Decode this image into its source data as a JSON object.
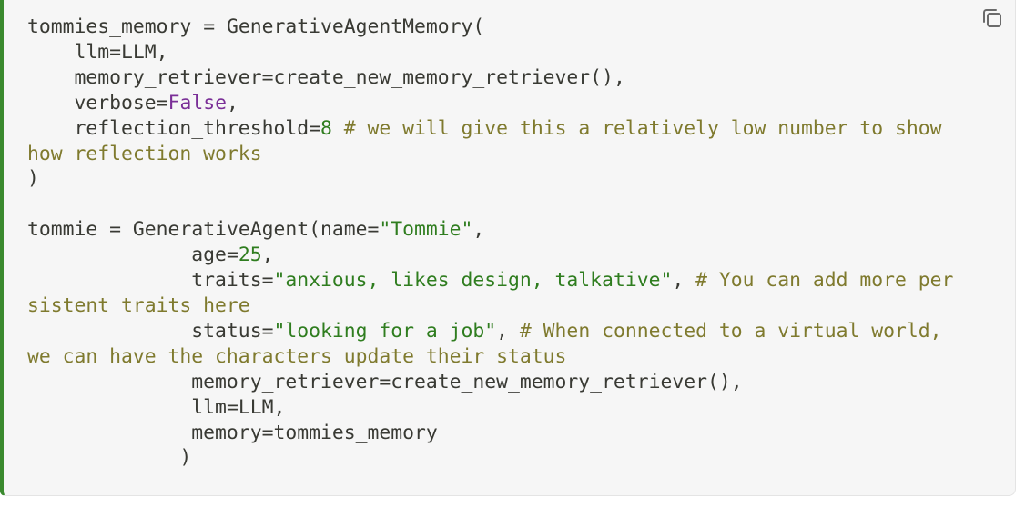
{
  "copy_button": {
    "icon": "copy-icon"
  },
  "colors": {
    "accent_border": "#3a8a2e",
    "background": "#f6f6f6",
    "default": "#393a34",
    "string": "#2f7d1f",
    "number": "#2f7d1f",
    "keyword": "#7a2f97",
    "comment": "#7f7a2e"
  },
  "code": {
    "lines": [
      [
        {
          "t": "tommies_memory "
        },
        {
          "t": "=",
          "c": "op"
        },
        {
          "t": " GenerativeAgentMemory("
        }
      ],
      [
        {
          "t": "    llm"
        },
        {
          "t": "=",
          "c": "op"
        },
        {
          "t": "LLM,"
        }
      ],
      [
        {
          "t": "    memory_retriever"
        },
        {
          "t": "=",
          "c": "op"
        },
        {
          "t": "create_new_memory_retriever(),"
        }
      ],
      [
        {
          "t": "    verbose"
        },
        {
          "t": "=",
          "c": "op"
        },
        {
          "t": "False",
          "c": "kw"
        },
        {
          "t": ","
        }
      ],
      [
        {
          "t": "    reflection_threshold"
        },
        {
          "t": "=",
          "c": "op"
        },
        {
          "t": "8",
          "c": "num"
        },
        {
          "t": " "
        },
        {
          "t": "# we will give this a relatively low number to show how reflection works",
          "c": "com"
        }
      ],
      [
        {
          "t": ")"
        }
      ],
      [],
      [
        {
          "t": "tommie "
        },
        {
          "t": "=",
          "c": "op"
        },
        {
          "t": " GenerativeAgent(name"
        },
        {
          "t": "=",
          "c": "op"
        },
        {
          "t": "\"Tommie\"",
          "c": "str"
        },
        {
          "t": ","
        }
      ],
      [
        {
          "t": "              age"
        },
        {
          "t": "=",
          "c": "op"
        },
        {
          "t": "25",
          "c": "num"
        },
        {
          "t": ","
        }
      ],
      [
        {
          "t": "              traits"
        },
        {
          "t": "=",
          "c": "op"
        },
        {
          "t": "\"anxious, likes design, talkative\"",
          "c": "str"
        },
        {
          "t": ", "
        },
        {
          "t": "# You can add more persistent traits here",
          "c": "com"
        }
      ],
      [
        {
          "t": "              status"
        },
        {
          "t": "=",
          "c": "op"
        },
        {
          "t": "\"looking for a job\"",
          "c": "str"
        },
        {
          "t": ", "
        },
        {
          "t": "# When connected to a virtual world, we can have the characters update their status",
          "c": "com"
        }
      ],
      [
        {
          "t": "              memory_retriever"
        },
        {
          "t": "=",
          "c": "op"
        },
        {
          "t": "create_new_memory_retriever(),"
        }
      ],
      [
        {
          "t": "              llm"
        },
        {
          "t": "=",
          "c": "op"
        },
        {
          "t": "LLM,"
        }
      ],
      [
        {
          "t": "              memory"
        },
        {
          "t": "=",
          "c": "op"
        },
        {
          "t": "tommies_memory"
        }
      ],
      [
        {
          "t": "             )"
        }
      ]
    ]
  }
}
